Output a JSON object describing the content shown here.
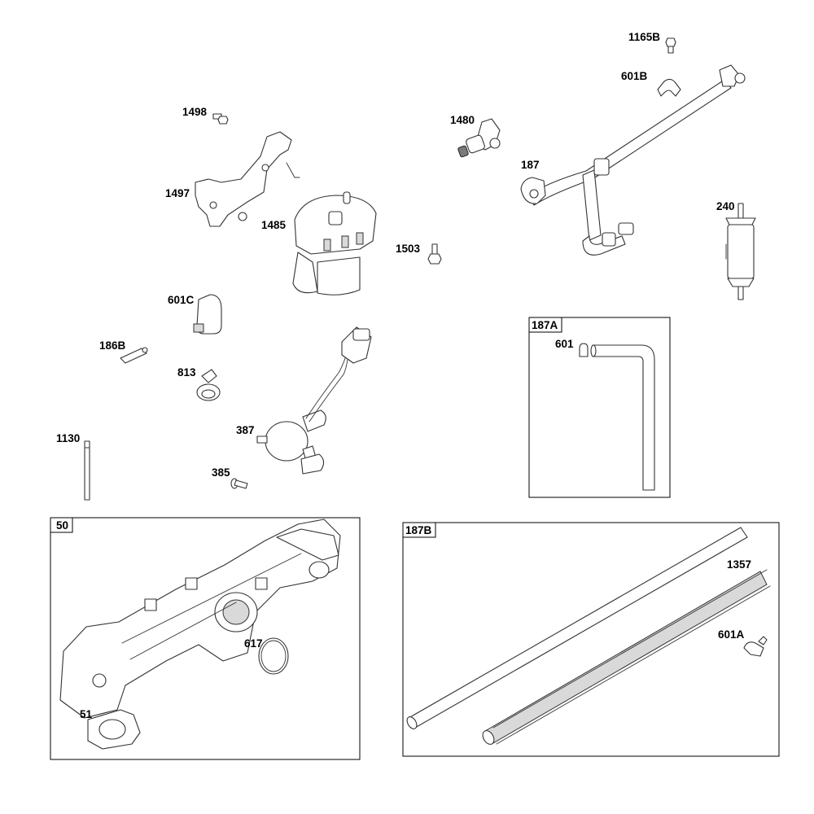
{
  "colors": {
    "line": "#333333",
    "label": "#000000",
    "frame": "#000000",
    "background": "#ffffff"
  },
  "parts": {
    "p1165B": "1165B",
    "p601B": "601B",
    "p1498": "1498",
    "p1480": "1480",
    "p187": "187",
    "p1497": "1497",
    "p1485": "1485",
    "p240": "240",
    "p1503": "1503",
    "p601C": "601C",
    "p186B": "186B",
    "p813": "813",
    "p387": "387",
    "p1130": "1130",
    "p385": "385"
  },
  "insets": {
    "i187A": {
      "tag": "187A",
      "parts": {
        "p601": "601"
      }
    },
    "i50": {
      "tag": "50",
      "parts": {
        "p617": "617",
        "p51": "51"
      }
    },
    "i187B": {
      "tag": "187B",
      "parts": {
        "p1357": "1357",
        "p601A": "601A"
      }
    }
  }
}
